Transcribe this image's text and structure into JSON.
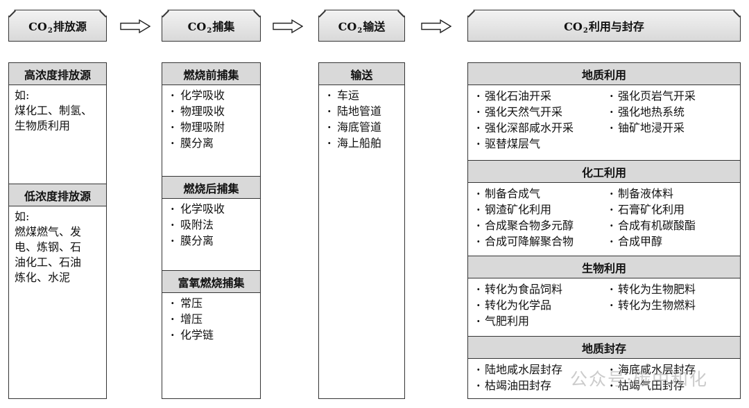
{
  "header": {
    "tab1": {
      "pre": "CO",
      "sub": "2",
      "post": "排放源"
    },
    "tab2": {
      "pre": "CO",
      "sub": "2",
      "post": "捕集"
    },
    "tab3": {
      "pre": "CO",
      "sub": "2",
      "post": "输送"
    },
    "tab4": {
      "pre": "CO",
      "sub": "2",
      "post": "利用与封存"
    }
  },
  "col1": {
    "high": {
      "title": "高浓度排放源",
      "lines": [
        "如:",
        "煤化工、制氢、",
        "生物质利用"
      ]
    },
    "low": {
      "title": "低浓度排放源",
      "lines": [
        "如:",
        "燃煤燃气、发",
        "电、炼钢、石",
        "油化工、石油",
        "炼化、水泥"
      ]
    }
  },
  "col2": {
    "pre": {
      "title": "燃烧前捕集",
      "items": [
        "化学吸收",
        "物理吸收",
        "物理吸附",
        "膜分离"
      ]
    },
    "post": {
      "title": "燃烧后捕集",
      "items": [
        "化学吸收",
        "吸附法",
        "膜分离"
      ]
    },
    "oxy": {
      "title": "富氧燃烧捕集",
      "items": [
        "常压",
        "增压",
        "化学链"
      ]
    }
  },
  "col3": {
    "title": "输送",
    "items": [
      "车运",
      "陆地管道",
      "海底管道",
      "海上船舶"
    ]
  },
  "col4": {
    "geo_use": {
      "title": "地质利用",
      "items": [
        "强化石油开采",
        "强化页岩气开采",
        "强化天然气开采",
        "强化地热系统",
        "强化深部咸水开采",
        "铀矿地浸开采",
        "驱替煤层气"
      ]
    },
    "chem_use": {
      "title": "化工利用",
      "items": [
        "制备合成气",
        "制备液体料",
        "钢渣矿化利用",
        "石膏矿化利用",
        "合成聚合物多元醇",
        "合成有机碳酸酯",
        "合成可降解聚合物",
        "合成甲醇"
      ]
    },
    "bio_use": {
      "title": "生物利用",
      "items": [
        "转化为食品饲料",
        "转化为生物肥料",
        "转化为化学品",
        "转化为生物燃料",
        "气肥利用"
      ]
    },
    "geo_store": {
      "title": "地质封存",
      "items": [
        "陆地咸水层封存",
        "海底咸水层封存",
        "枯竭油田封存",
        "枯竭气田封存"
      ]
    }
  },
  "watermark": "公众号·碳中和化"
}
